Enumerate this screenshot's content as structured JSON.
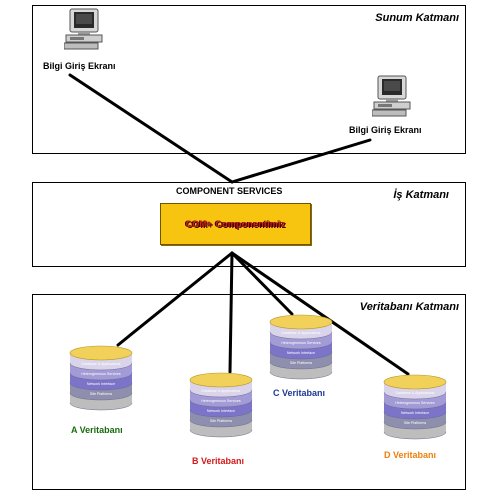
{
  "presentation_tier": {
    "title": "Sunum Katmanı",
    "terminal_left": "Bilgi Giriş Ekranı",
    "terminal_right": "Bilgi Giriş Ekranı"
  },
  "business_tier": {
    "title": "İş Katmanı",
    "services_label": "COMPONENT SERVICES",
    "component_label": "COM+ Componentimiz"
  },
  "database_tier": {
    "title": "Veritabanı Katmanı",
    "databases": [
      {
        "label": "A Veritabanı",
        "color": "#1a6b0f"
      },
      {
        "label": "B Veritabanı",
        "color": "#d41a1a"
      },
      {
        "label": "C Veritabanı",
        "color": "#1f3a93"
      },
      {
        "label": "D Veritabanı",
        "color": "#f07f0a"
      }
    ],
    "layer_labels": [
      "Database & Applications",
      "Heterogeneous Services",
      "Network Interface",
      "Site Platforms"
    ]
  },
  "colors": {
    "component_fill": "#f7c50f",
    "component_text": "#cc1f1f",
    "db_top": "#f2d15a",
    "db_layers": [
      "#d9d4ea",
      "#a39bd6",
      "#7b74c8",
      "#8e8fae",
      "#bdbdbd"
    ]
  },
  "icons": [
    "computer-icon",
    "database-cylinder-icon"
  ]
}
